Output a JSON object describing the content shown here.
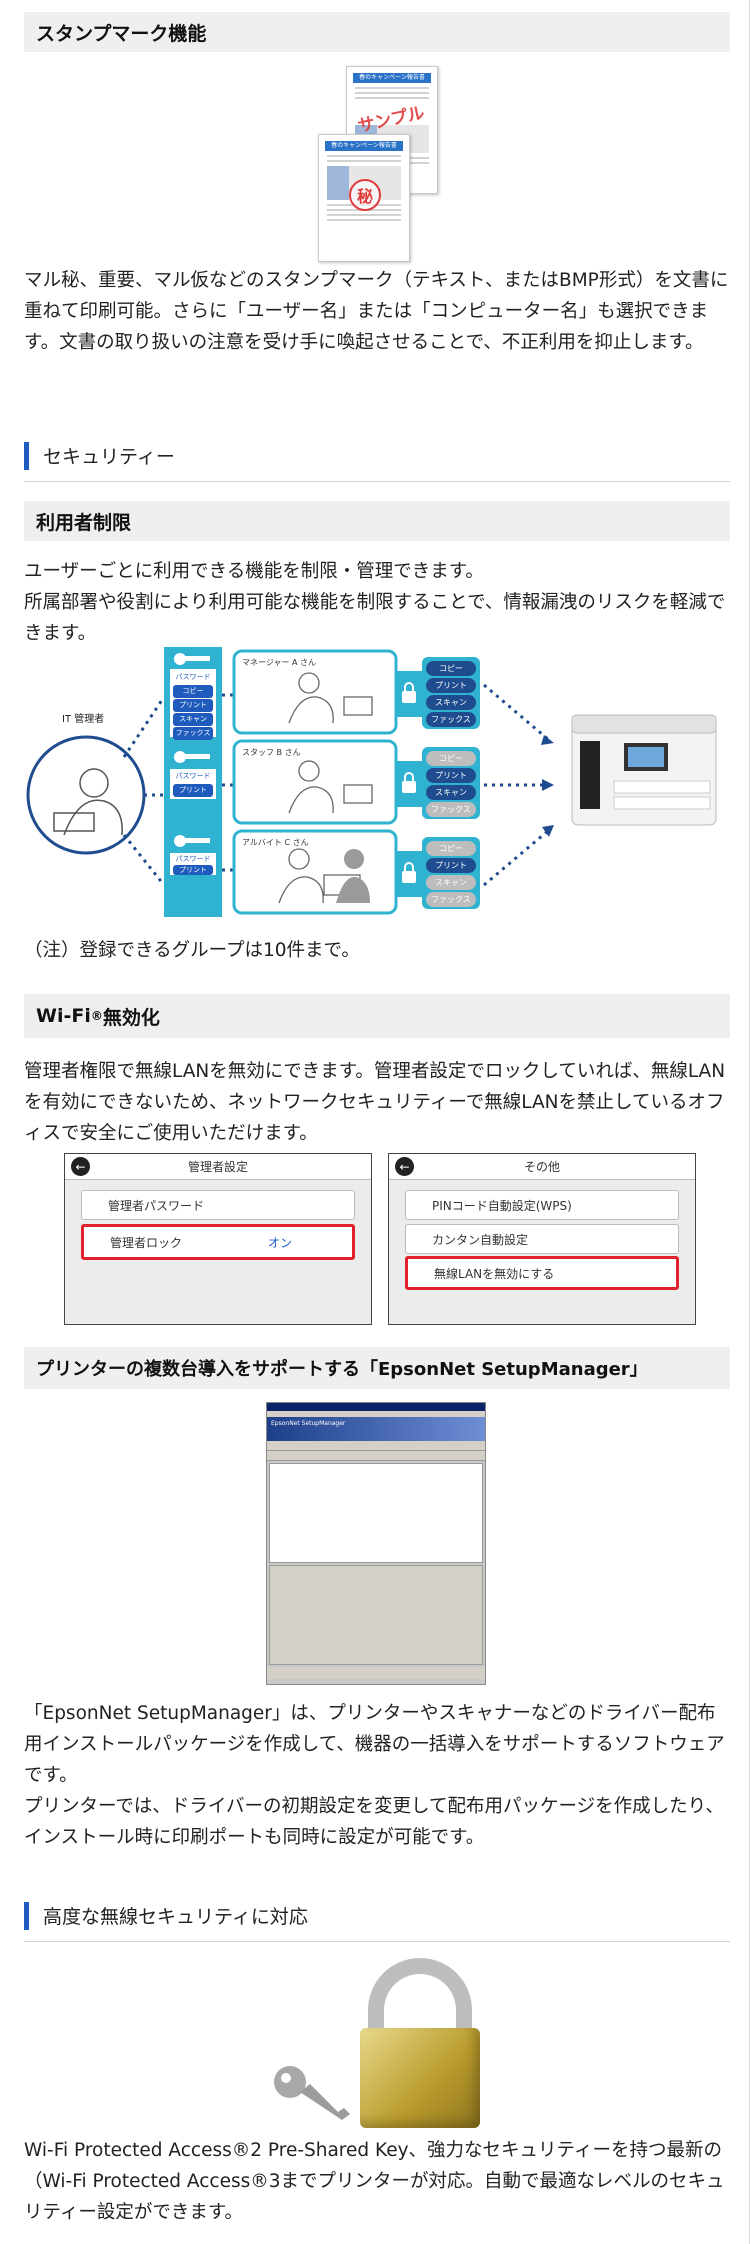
{
  "stamp": {
    "heading": "スタンプマーク機能",
    "illustration": {
      "doc_title": "春のキャンペーン報告書",
      "stamp_sample": "サンプル",
      "stamp_secret": "秘"
    },
    "body": "マル秘、重要、マル仮などのスタンプマーク（テキスト、またはBMP形式）を文書に重ねて印刷可能。さらに「ユーザー名」または「コンピューター名」も選択できます。文書の取り扱いの注意を受け手に喚起させることで、不正利用を抑止します。"
  },
  "security_section": {
    "title": "セキュリティー"
  },
  "user_restriction": {
    "heading": "利用者制限",
    "body1": "ユーザーごとに利用できる機能を制限・管理できます。",
    "body2": "所属部署や役割により利用可能な機能を制限することで、情報漏洩のリスクを軽減できます。",
    "diagram": {
      "admin_label": "IT 管理者",
      "key_items": [
        "パスワード",
        "コピー",
        "プリント",
        "スキャン",
        "ファックス"
      ],
      "users": [
        {
          "name": "マネージャー A さん",
          "functions": [
            "コピー",
            "プリント",
            "スキャン",
            "ファックス"
          ],
          "enabled": [
            true,
            true,
            true,
            true
          ]
        },
        {
          "name": "スタッフ B さん",
          "functions": [
            "コピー",
            "プリント",
            "スキャン",
            "ファックス"
          ],
          "enabled": [
            false,
            true,
            true,
            false
          ]
        },
        {
          "name": "アルバイト C さん",
          "functions": [
            "コピー",
            "プリント",
            "スキャン",
            "ファックス"
          ],
          "enabled": [
            false,
            true,
            false,
            false
          ]
        }
      ]
    },
    "note": "（注）登録できるグループは10件まで。"
  },
  "wifi_disable": {
    "heading": "Wi-Fi",
    "heading_sup": "®",
    "heading_suffix": " 無効化",
    "body": "管理者権限で無線LANを無効にできます。管理者設定でロックしていれば、無線LANを有効にできないため、ネットワークセキュリティーで無線LANを禁止しているオフィスで安全にご使用いただけます。",
    "screen_left": {
      "title": "管理者設定",
      "rows": [
        "管理者パスワード",
        "管理者ロック"
      ],
      "lock_value": "オン"
    },
    "screen_right": {
      "title": "その他",
      "rows": [
        "PINコード自動設定(WPS)",
        "カンタン自動設定",
        "無線LANを無効にする"
      ]
    }
  },
  "setup_manager": {
    "heading": "プリンターの複数台導入をサポートする「EpsonNet SetupManager」",
    "app_title": "EpsonNet SetupManager",
    "body1": "「EpsonNet SetupManager」は、プリンターやスキャナーなどのドライバー配布用インストールパッケージを作成して、機器の一括導入をサポートするソフトウェアです。",
    "body2": "プリンターでは、ドライバーの初期設定を変更して配布用パッケージを作成したり、インストール時に印刷ポートも同時に設定が可能です。"
  },
  "wireless_section": {
    "title": "高度な無線セキュリティに対応"
  },
  "wireless": {
    "body": "Wi-Fi Protected Access®2 Pre-Shared Key、強力なセキュリティーを持つ最新の（Wi-Fi Protected Access®3までプリンターが対応。自動で最適なレベルのセキュリティー設定ができます。"
  },
  "colors": {
    "accent_blue": "#1f5bbd",
    "diagram_cyan": "#2fb3d0",
    "highlight_red": "#e0202a",
    "header_gray": "#efefef"
  }
}
